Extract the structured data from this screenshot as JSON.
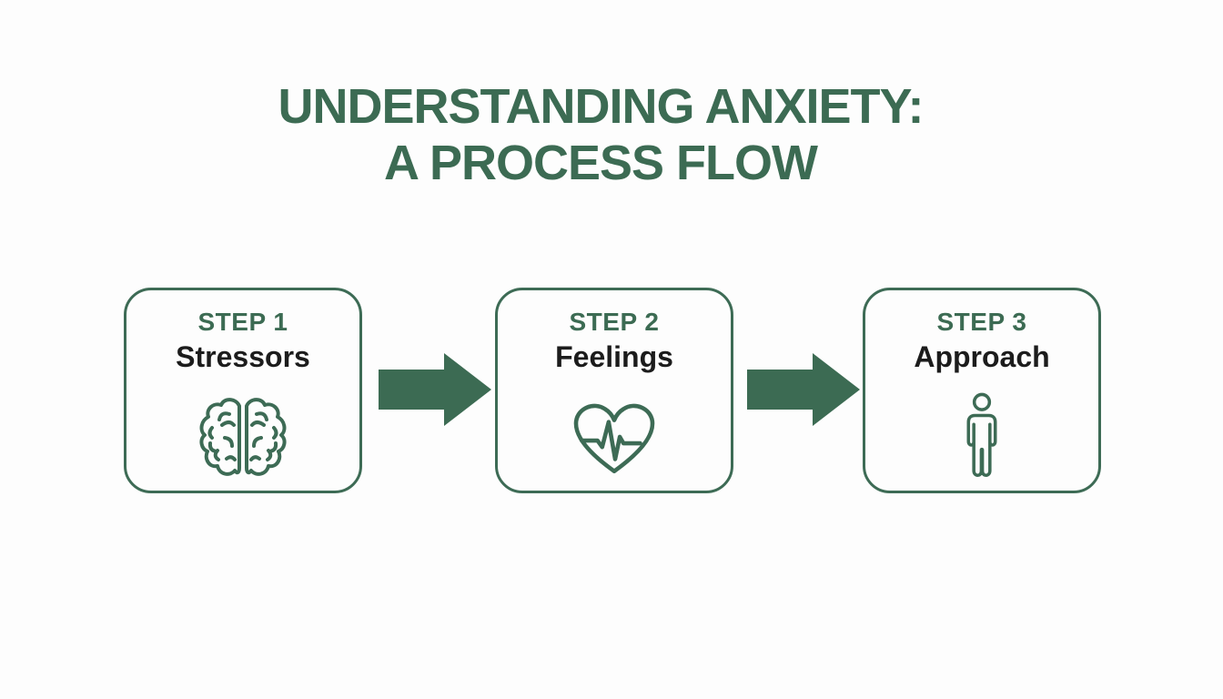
{
  "title": {
    "line1": "UNDERSTANDING ANXIETY:",
    "line2": "A PROCESS FLOW"
  },
  "steps": [
    {
      "label": "STEP 1",
      "name": "Stressors",
      "icon": "brain-icon"
    },
    {
      "label": "STEP 2",
      "name": "Feelings",
      "icon": "heart-ecg-icon"
    },
    {
      "label": "STEP 3",
      "name": "Approach",
      "icon": "person-icon"
    }
  ],
  "colors": {
    "accent_green": "#3c6b53",
    "box_border_green": "#3d6b55",
    "arrow_green": "#3c6b53",
    "text_black": "#1c1c1c",
    "background": "#fdfdfd"
  }
}
